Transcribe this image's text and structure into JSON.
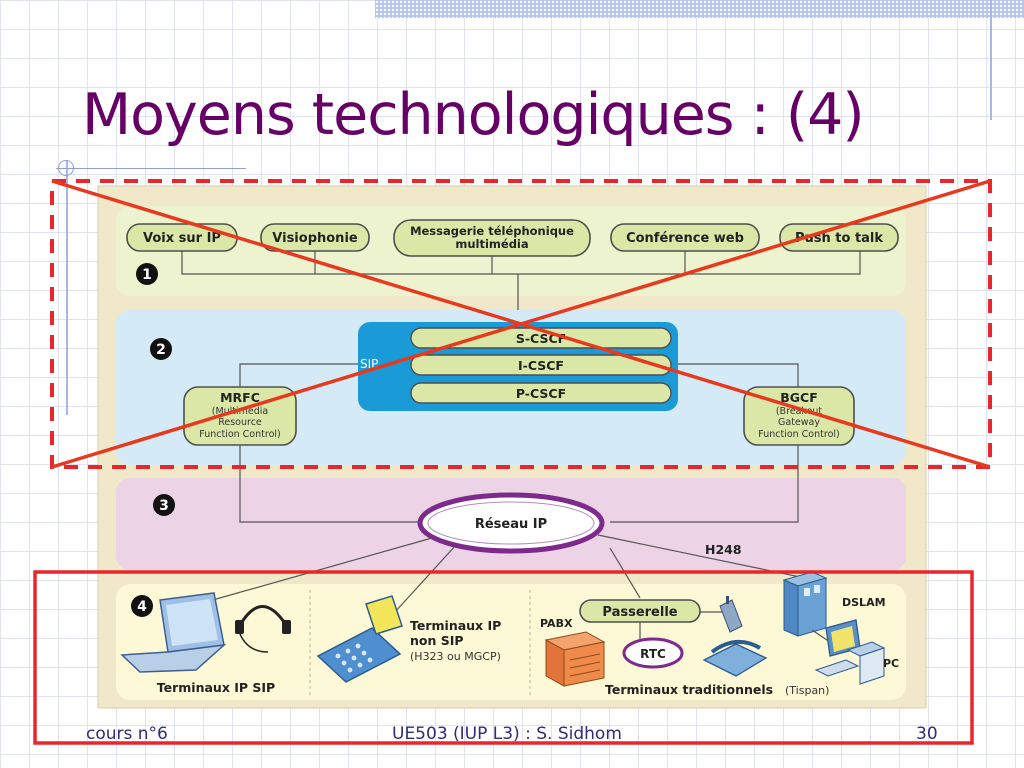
{
  "slide": {
    "title": "Moyens technologiques : (4)",
    "footer": {
      "left": "cours n°6",
      "center": "UE503 (IUP L3) : S. Sidhom",
      "right": "30"
    }
  },
  "colors": {
    "title": "#660066",
    "cross": "#e8391e",
    "frame": "#e8262b",
    "layer1": "#edf3cf",
    "layer2": "#d5eaf7",
    "layer3": "#ecd3e6",
    "layer4": "#fdf8d6"
  },
  "layers": {
    "l1": {
      "badge": "1",
      "services": [
        "Voix sur IP",
        "Visiophonie",
        "Messagerie téléphonique",
        "multimédia",
        "Conférence web",
        "Push to talk"
      ]
    },
    "l2": {
      "badge": "2",
      "sip": "SIP",
      "cscf": [
        "S-CSCF",
        "I-CSCF",
        "P-CSCF"
      ],
      "mrfc": {
        "name": "MRFC",
        "lines": [
          "(Multimedia",
          "Resource",
          "Function Control)"
        ]
      },
      "bgcf": {
        "name": "BGCF",
        "lines": [
          "(Breakout",
          "Gateway",
          "Function Control)"
        ]
      }
    },
    "l3": {
      "badge": "3",
      "network": "Réseau IP",
      "h248": "H248"
    },
    "l4": {
      "badge": "4",
      "sip_terminals": "Terminaux IP SIP",
      "nonsip": [
        "Terminaux IP",
        "non SIP",
        "(H323 ou MGCP)"
      ],
      "pabx": "PABX",
      "gateway": "Passerelle",
      "rtc": "RTC",
      "traditional": "Terminaux traditionnels",
      "tispan": "(Tispan)",
      "dslam": "DSLAM",
      "pc": "PC"
    }
  }
}
